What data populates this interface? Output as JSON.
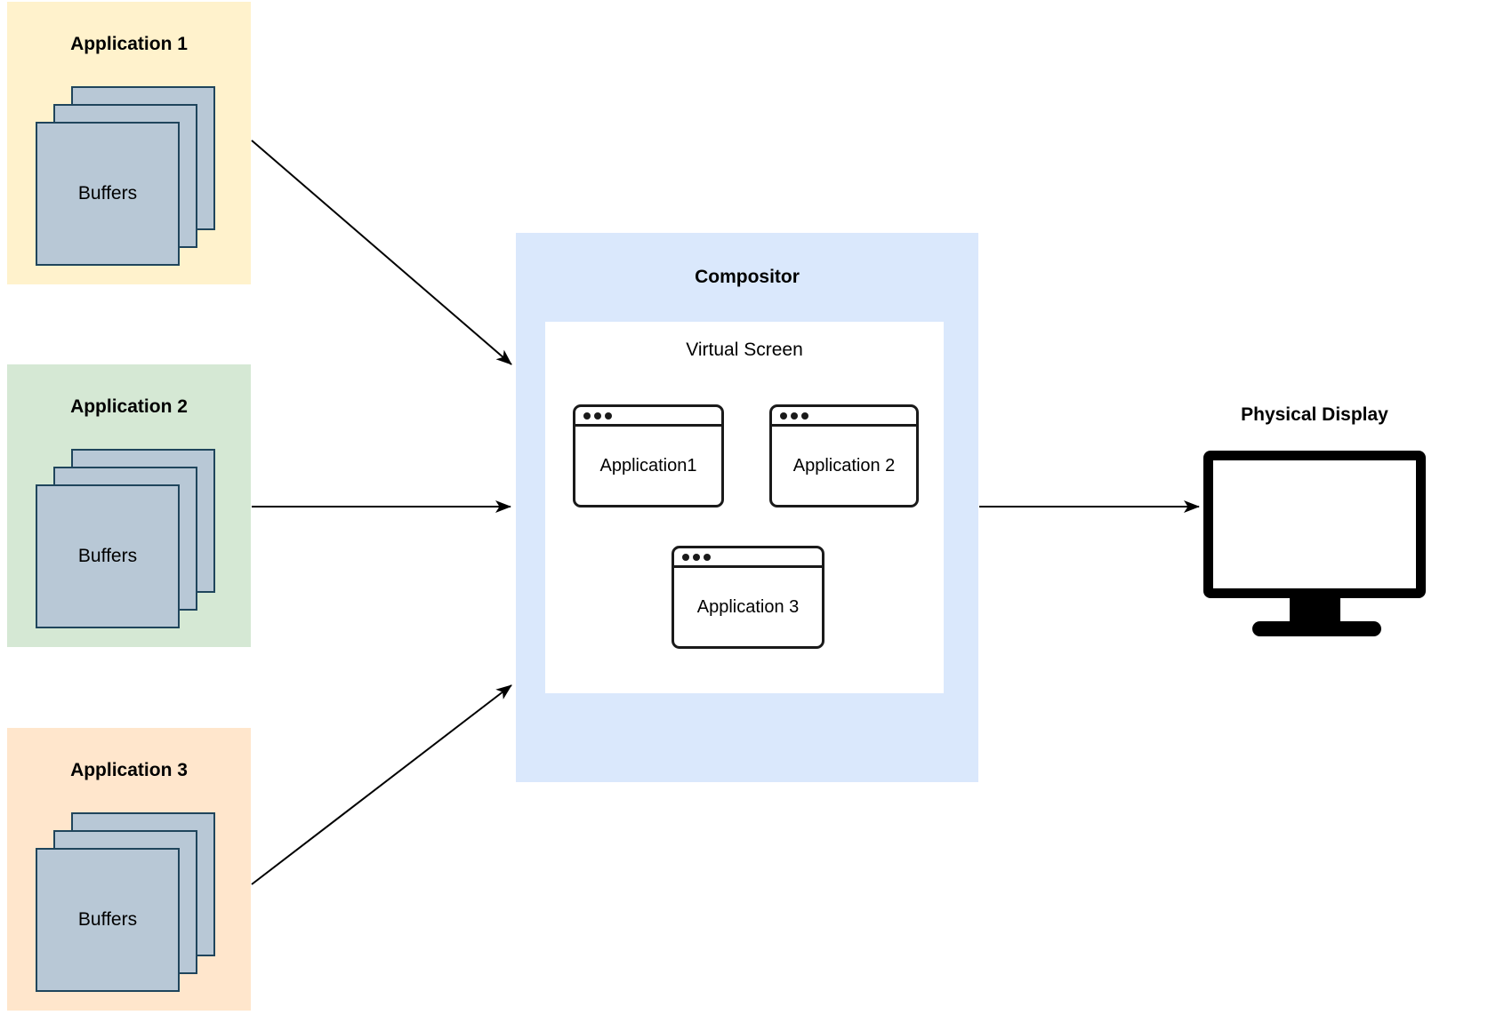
{
  "apps": [
    {
      "title": "Application 1",
      "buffers_label": "Buffers",
      "color": "#FFF2CC"
    },
    {
      "title": "Application 2",
      "buffers_label": "Buffers",
      "color": "#D5E8D4"
    },
    {
      "title": "Application 3",
      "buffers_label": "Buffers",
      "color": "#FFE6CC"
    }
  ],
  "buffer_square": {
    "fill": "#B8C8D6",
    "border": "#1F455C"
  },
  "compositor": {
    "title": "Compositor",
    "color": "#DAE8FC",
    "virtual_screen": {
      "title": "Virtual Screen",
      "color": "#FFFFFF",
      "windows": [
        {
          "label": "Application1"
        },
        {
          "label": "Application 2"
        },
        {
          "label": "Application 3"
        }
      ]
    }
  },
  "display": {
    "title": "Physical Display",
    "monitor_color": "#000000"
  },
  "icons": {
    "window_controls": "three-dots-icon",
    "physical_display": "monitor-icon"
  },
  "arrow_color": "#000000"
}
